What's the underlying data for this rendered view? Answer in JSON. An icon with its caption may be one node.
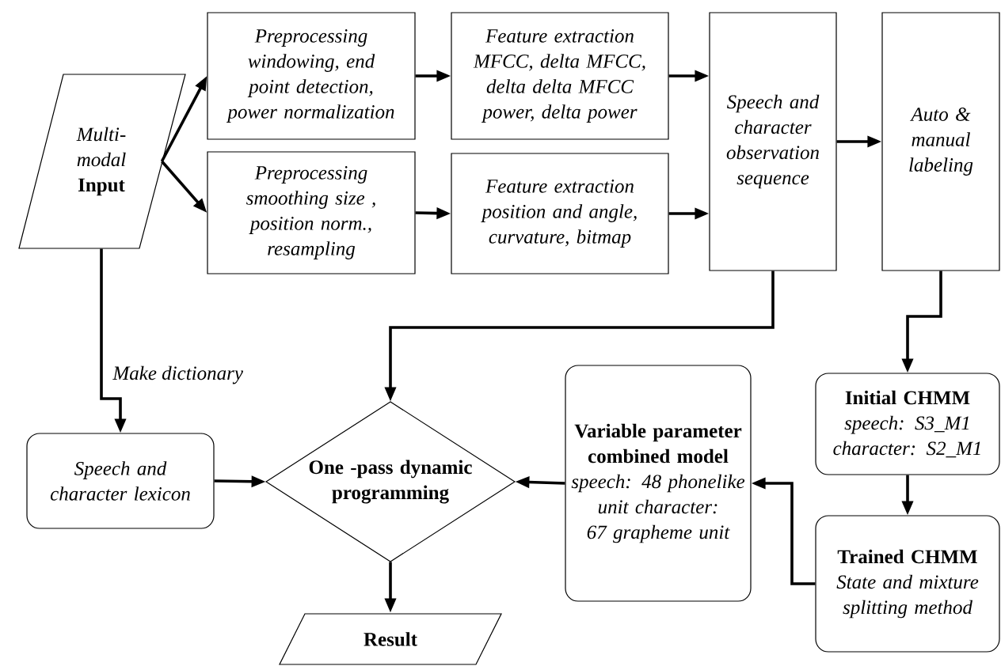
{
  "diagram": {
    "nodes": [
      {
        "text": [
          "Multi- modal",
          "Input"
        ]
      },
      {
        "text": [
          "Preprocessing",
          "windowing, end point detection, power normalization"
        ]
      },
      {
        "text": [
          "Preprocessing",
          "smoothing size , position norm., resampling"
        ]
      },
      {
        "text": [
          "Feature extraction",
          "MFCC, delta MFCC, delta delta MFCC power, delta power"
        ]
      },
      {
        "text": [
          "Feature extraction",
          "position and angle, curvature, bitmap"
        ]
      },
      {
        "text": [
          "Speech and character observation sequence"
        ]
      },
      {
        "text": [
          "Auto & manual labeling"
        ]
      },
      {
        "text": [
          "Speech and character lexicon"
        ]
      },
      {
        "text": [
          "One -pass dynamic programming"
        ]
      },
      {
        "text": [
          "Result"
        ]
      },
      {
        "text": [
          "Variable parameter combined model",
          "speech: 48 phonelike unit character: 67 grapheme unit"
        ]
      },
      {
        "text": [
          "Initial CHMM",
          "speech: S3_M1 character: S2_M1"
        ]
      },
      {
        "text": [
          "Trained CHMM",
          "State and mixture splitting method"
        ]
      }
    ],
    "edges": [
      {
        "from": 0,
        "to": 1,
        "arrow": "to"
      },
      {
        "from": 0,
        "to": 2,
        "arrow": "to"
      },
      {
        "from": 1,
        "to": 3,
        "arrow": "to"
      },
      {
        "from": 2,
        "to": 4,
        "arrow": "to"
      },
      {
        "from": 3,
        "to": 5,
        "arrow": "to"
      },
      {
        "from": 4,
        "to": 5,
        "arrow": "to"
      },
      {
        "from": 5,
        "to": 6,
        "arrow": "to"
      },
      {
        "from": 5,
        "to": 8,
        "arrow": "to"
      },
      {
        "from": 0,
        "to": 7,
        "arrow": "to",
        "label": "Make dictionary"
      },
      {
        "from": 7,
        "to": 8,
        "arrow": "to"
      },
      {
        "from": 6,
        "to": 11,
        "arrow": "to"
      },
      {
        "from": 11,
        "to": 12,
        "arrow": "to"
      },
      {
        "from": 12,
        "to": 10,
        "arrow": "to"
      },
      {
        "from": 10,
        "to": 8,
        "arrow": "to"
      },
      {
        "from": 8,
        "to": 9,
        "arrow": "to"
      }
    ]
  }
}
